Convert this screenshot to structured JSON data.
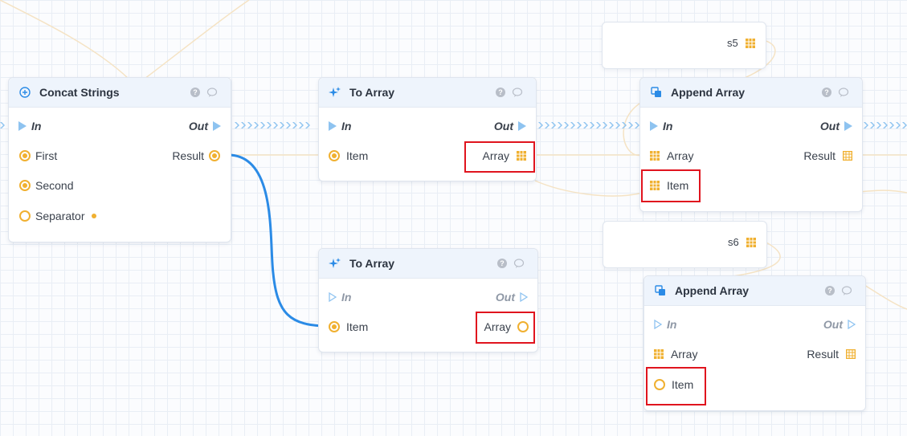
{
  "colors": {
    "exec_pin": "#8ec3f0",
    "data_pin": "#f0b030",
    "wire": "#2b8be6",
    "highlight": "#e0141e"
  },
  "variables": [
    {
      "name": "s5",
      "icon": "array-grid-icon"
    },
    {
      "name": "s6",
      "icon": "array-grid-icon"
    }
  ],
  "nodes": {
    "concat": {
      "title": "Concat Strings",
      "icon": "plus-circle-icon",
      "exec_in": "In",
      "exec_out": "Out",
      "inputs": [
        "First",
        "Second",
        "Separator"
      ],
      "output": "Result"
    },
    "to_array_1": {
      "title": "To Array",
      "icon": "sparkle-icon",
      "exec_in": "In",
      "exec_out": "Out",
      "input": "Item",
      "output": "Array"
    },
    "to_array_2": {
      "title": "To Array",
      "icon": "sparkle-icon",
      "exec_in": "In",
      "exec_out": "Out",
      "input": "Item",
      "output": "Array"
    },
    "append_1": {
      "title": "Append Array",
      "icon": "copy-icon",
      "exec_in": "In",
      "exec_out": "Out",
      "inputs": [
        "Array",
        "Item"
      ],
      "output": "Result"
    },
    "append_2": {
      "title": "Append Array",
      "icon": "copy-icon",
      "exec_in": "In",
      "exec_out": "Out",
      "inputs": [
        "Array",
        "Item"
      ],
      "output": "Result"
    }
  }
}
